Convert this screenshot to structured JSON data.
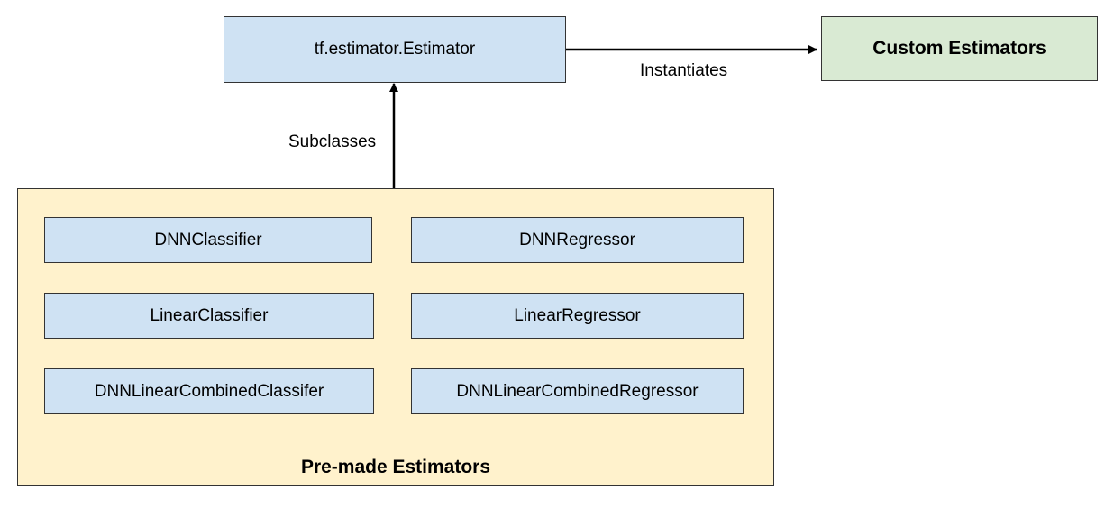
{
  "nodes": {
    "base_estimator": "tf.estimator.Estimator",
    "custom_estimators": "Custom Estimators",
    "premade_group_title": "Pre-made Estimators",
    "premade": [
      "DNNClassifier",
      "DNNRegressor",
      "LinearClassifier",
      "LinearRegressor",
      "DNNLinearCombinedClassifer",
      "DNNLinearCombinedRegressor"
    ]
  },
  "edges": {
    "instantiates": "Instantiates",
    "subclasses": "Subclasses"
  },
  "colors": {
    "class_box": "#cfe2f3",
    "custom_box": "#d9ead3",
    "group_box": "#fff2cc",
    "border": "#333333",
    "arrow": "#000000"
  }
}
